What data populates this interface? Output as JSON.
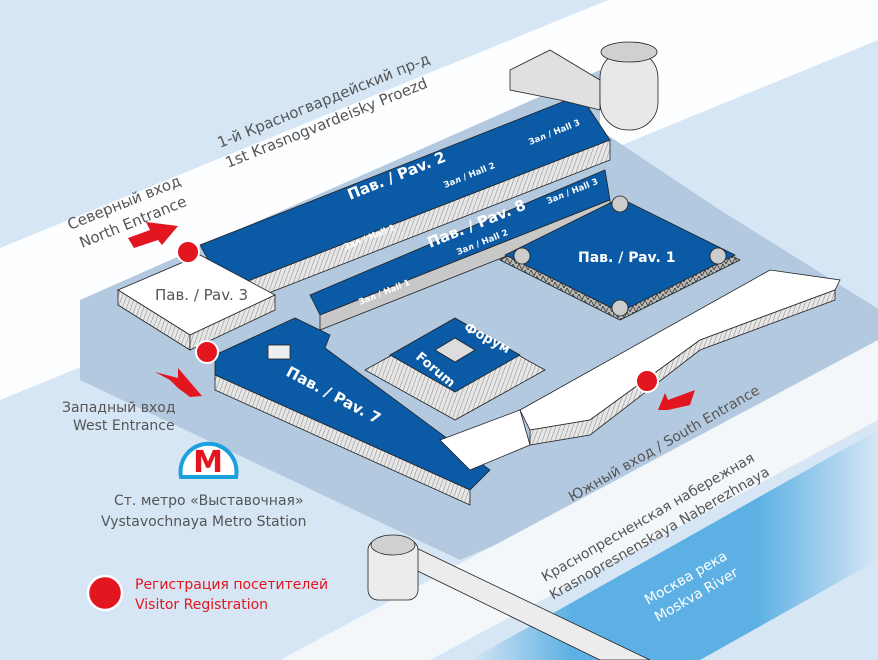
{
  "title": "Expocentre venue map",
  "colors": {
    "background": "#d6e6f5",
    "site": "#b3c9df",
    "road": "#ffffff",
    "river": "#5cb0e3",
    "pavilion": "#0a5aa5",
    "registration": "#e3151e",
    "text": "#555555"
  },
  "streets": {
    "north": {
      "ru": "1-й Красногвардейский пр-д",
      "en": "1st Krasnogvardeisky Proezd"
    },
    "south": {
      "ru": "Краснопресненская набережная",
      "en": "Krasnopresnenskaya Naberezhnaya"
    }
  },
  "river": {
    "ru": "Москва река",
    "en": "Moskva River"
  },
  "entrances": {
    "north": {
      "ru": "Северный вход",
      "en": "North Entrance"
    },
    "west": {
      "ru": "Западный вход",
      "en": "West Entrance"
    },
    "south": {
      "label": "Южный вход / South Entrance"
    }
  },
  "pavilions": {
    "pav1": "Пав. / Pav. 1",
    "pav2": "Пав. / Pav. 2",
    "pav3": "Пав. / Pav. 3",
    "pav7": "Пав. / Pav. 7",
    "pav8": "Пав. / Pav. 8",
    "forum_ru": "Форум",
    "forum_en": "Forum"
  },
  "halls": {
    "pav2": [
      "Зал / Hall 1",
      "Зал / Hall 2",
      "Зал / Hall 3"
    ],
    "pav8": [
      "Зал / Hall 1",
      "Зал / Hall 2",
      "Зал / Hall 3"
    ]
  },
  "metro": {
    "logo": "М",
    "ru": "Ст. метро «Выставочная»",
    "en": "Vystavochnaya Metro Station"
  },
  "legend": {
    "ru": "Регистрация посетителей",
    "en": "Visitor Registration"
  }
}
